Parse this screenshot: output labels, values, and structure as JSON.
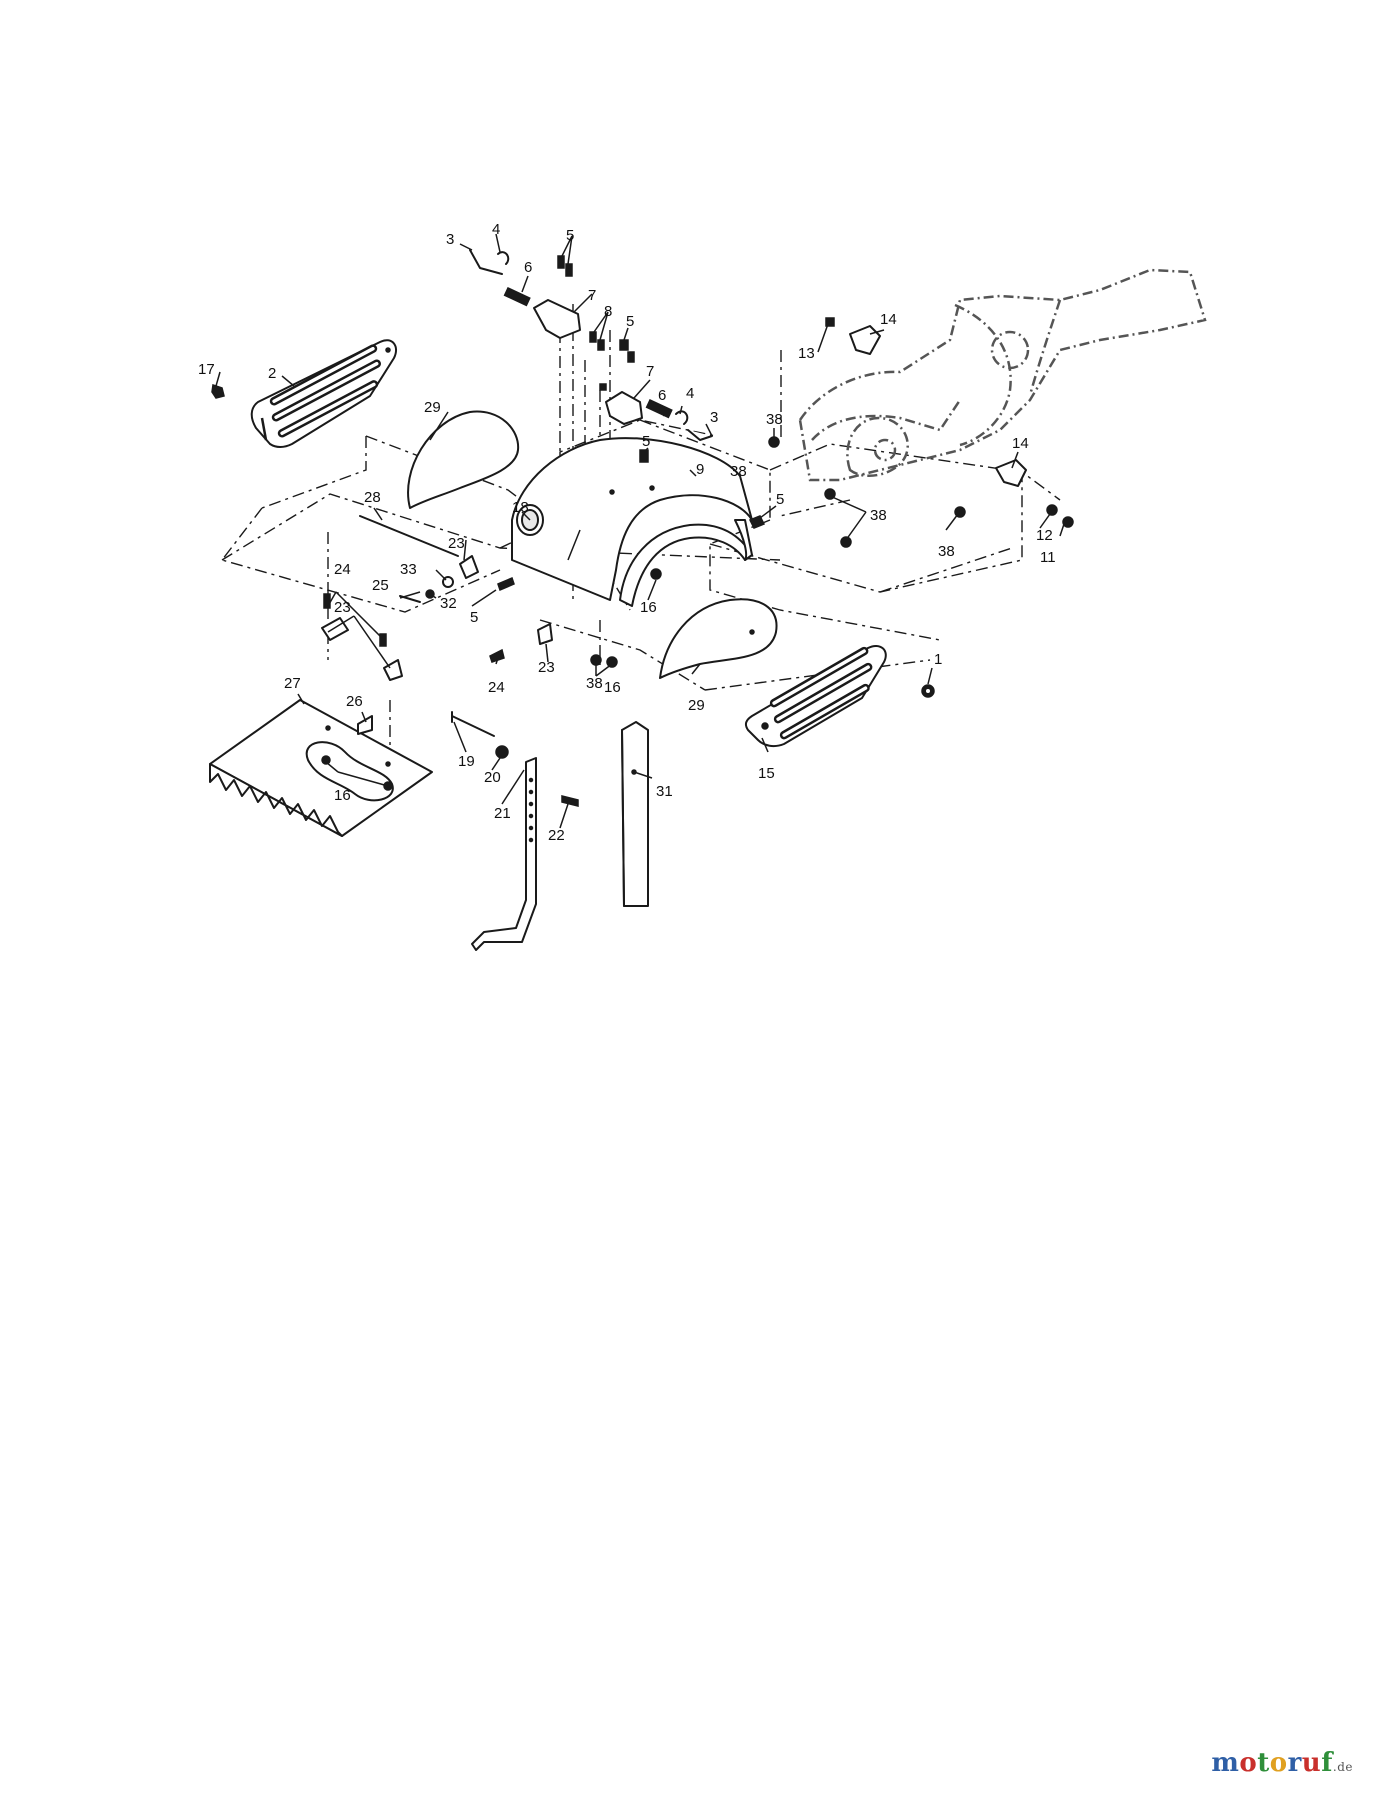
{
  "diagram": {
    "callouts": [
      "1",
      "2",
      "3",
      "3",
      "4",
      "4",
      "5",
      "5",
      "5",
      "5",
      "5",
      "6",
      "6",
      "7",
      "7",
      "8",
      "9",
      "11",
      "12",
      "13",
      "14",
      "14",
      "15",
      "16",
      "16",
      "16",
      "17",
      "18",
      "19",
      "20",
      "21",
      "22",
      "23",
      "23",
      "23",
      "24",
      "24",
      "25",
      "26",
      "27",
      "28",
      "29",
      "29",
      "31",
      "32",
      "33",
      "38",
      "38",
      "38",
      "38",
      "38"
    ]
  },
  "watermark": {
    "text": "motoruf",
    "suffix": ".de",
    "letter_colors": [
      "#2f5fa6",
      "#c9302c",
      "#2f8f3a",
      "#e0a020",
      "#2f5fa6",
      "#c9302c",
      "#2f8f3a"
    ]
  }
}
